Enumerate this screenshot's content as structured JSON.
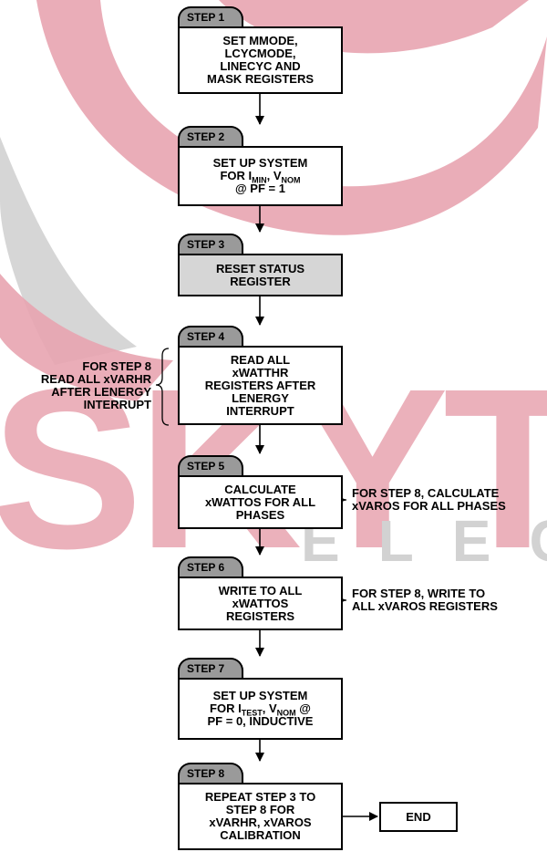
{
  "watermark": {
    "brand": "SKYTE",
    "sub": "ELECT"
  },
  "steps": [
    {
      "tab": "STEP 1",
      "text": "SET MMODE,\nLCYCMODE,\nLINECYC AND\nMASK REGISTERS",
      "shaded": false
    },
    {
      "tab": "STEP 2",
      "line1": "SET UP SYSTEM",
      "line2_pre": "FOR I",
      "line2_sub1": "MIN",
      "line2_mid": ", V",
      "line2_sub2": "NOM",
      "line3": "@ PF = 1",
      "shaded": false
    },
    {
      "tab": "STEP 3",
      "text": "RESET STATUS\nREGISTER",
      "shaded": true
    },
    {
      "tab": "STEP 4",
      "text": "READ ALL\nxWATTHR\nREGISTERS AFTER\nLENERGY\nINTERRUPT",
      "shaded": false
    },
    {
      "tab": "STEP 5",
      "text": "CALCULATE\nxWATTOS FOR ALL\nPHASES",
      "shaded": false
    },
    {
      "tab": "STEP 6",
      "text": "WRITE TO ALL\nxWATTOS\nREGISTERS",
      "shaded": false
    },
    {
      "tab": "STEP 7",
      "line1": "SET UP SYSTEM",
      "line2_pre": "FOR I",
      "line2_sub1": "TEST",
      "line2_mid": ", V",
      "line2_sub2": "NOM",
      "line2_post": " @",
      "line3": "PF = 0, INDUCTIVE",
      "shaded": false
    },
    {
      "tab": "STEP 8",
      "text": "REPEAT STEP 3 TO\nSTEP 8 FOR\nxVARHR, xVAROS\nCALIBRATION",
      "shaded": false
    }
  ],
  "notes": {
    "step4_left": "FOR STEP 8\nREAD ALL xVARHR\nAFTER LENERGY\nINTERRUPT",
    "step5_right": "FOR STEP 8, CALCULATE\nxVAROS FOR ALL PHASES",
    "step6_right": "FOR STEP 8, WRITE TO\nALL xVAROS REGISTERS"
  },
  "end_label": "END",
  "colors": {
    "watermark_red": "#e8a4b0",
    "watermark_gray": "#d2d2d2",
    "tab_gray": "#9a9a9a",
    "box_shade": "#d6d6d6"
  }
}
